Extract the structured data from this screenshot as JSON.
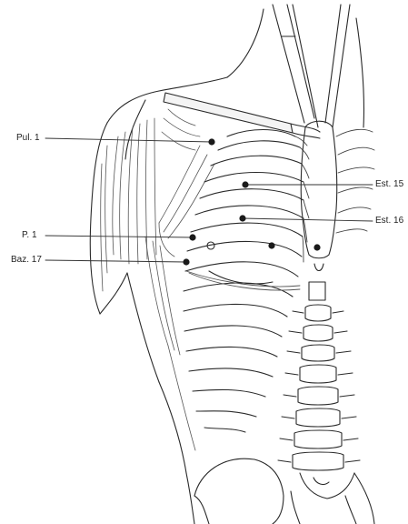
{
  "diagram": {
    "labels": {
      "pul1": "Pul. 1",
      "p1": "P. 1",
      "baz17": "Baz. 17",
      "est15": "Est. 15",
      "est16": "Est. 16"
    },
    "colors": {
      "ink": "#2a2a2a",
      "line": "#333333",
      "shade": "#888888",
      "point": "#1a1a1a",
      "background": "#ffffff"
    }
  }
}
